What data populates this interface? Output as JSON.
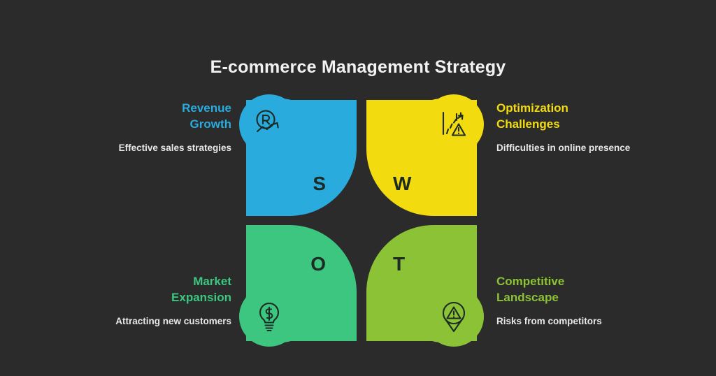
{
  "title": "E-commerce Management Strategy",
  "background_color": "#2b2b2b",
  "quadrants": [
    {
      "key": "strengths",
      "letter": "S",
      "color": "#29abde",
      "icon": "revenue-growth-icon",
      "heading": "Revenue Growth",
      "heading_line1": "Revenue",
      "heading_line2": "Growth",
      "description": "Effective sales strategies",
      "position": "top-left"
    },
    {
      "key": "weaknesses",
      "letter": "W",
      "color": "#f2db0e",
      "icon": "declining-chart-warning-icon",
      "heading": "Optimization Challenges",
      "heading_line1": "Optimization",
      "heading_line2": "Challenges",
      "description": "Difficulties in online presence",
      "position": "top-right"
    },
    {
      "key": "opportunities",
      "letter": "O",
      "color": "#3cc67f",
      "icon": "lightbulb-dollar-icon",
      "heading": "Market Expansion",
      "heading_line1": "Market",
      "heading_line2": "Expansion",
      "description": "Attracting new customers",
      "position": "bottom-left"
    },
    {
      "key": "threats",
      "letter": "T",
      "color": "#8cc236",
      "icon": "warning-pin-icon",
      "heading": "Competitive Landscape",
      "heading_line1": "Competitive",
      "heading_line2": "Landscape",
      "description": "Risks from competitors",
      "position": "bottom-right"
    }
  ]
}
